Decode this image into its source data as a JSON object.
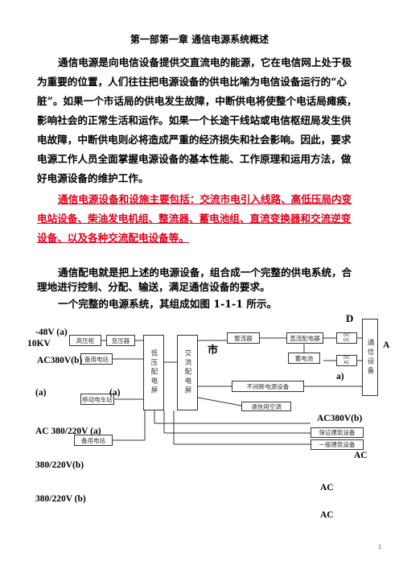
{
  "title": "第一部第一章  通信电源系统概述",
  "para1": [
    "通信电源是向电信设备提供交直流电的能源，它在电信网上处于极",
    "为重要的位置，人们往往把电源设备的供电比喻为电信设备运行的“心",
    "脏”。如果一个市话局的供电发生故障，中断供电将使整个电话局瘫痪，",
    "影响社会的正常生活和运作。如果一个长途干线站或电信枢纽局发生供",
    "电故障，中断供电则必将造成严重的经济损失和社会影响。因此，要求",
    "电源工作人员全面掌握电源设备的基本性能、工作原理和运用方法，做",
    "好电源设备的维护工作。"
  ],
  "para_red": [
    "通信电源设备和设施主要包括：交流市电引入线路、高低压局内变",
    "电站设备、柴油发电机组、整流器、蓄电池组、直流变换器和交流逆变",
    "设备、以及各种交流配电设备等。"
  ],
  "para3": [
    "通信配电就是把上述的电源设备，组合成一个完整的供电系统，合",
    "理地进行控制、分配、输送，满足通信设备的要求。"
  ],
  "para4": "一个完整的电源系统，其组成如图 1-1-1 所示。",
  "diagram": {
    "labels": {
      "d_top": "D",
      "neg48": "-48V  (a)",
      "kv10": "10KV",
      "shi": "市",
      "a_right": "A",
      "ac380b": "AC380V(b)",
      "a_left": "(a)",
      "a_mid": "(a)",
      "paren_a": "a)",
      "ac380b_right": "AC380V(b)",
      "ac380220": "AC 380/220V (a)",
      "ac_right1": "AC",
      "v380220b_1": "380/220V(b)",
      "ac_right2": "AC",
      "v380220b_2": "380/220V (b)",
      "ac_right3": "AC"
    },
    "boxes": {
      "gaoya": "高压柜",
      "bianyaqi": "变压器",
      "diya": "低压配电屏",
      "jiaoliu": "交流配电屏",
      "zhengliu": "整流器",
      "zhiliu": "直流配电器",
      "xudianchi": "蓄电池",
      "dc1_top": "DC",
      "dc1_bot": "DC",
      "dc2_top": "DC",
      "dc2_bot": "AC",
      "tongxin": "通信设备",
      "beiyong": "备用电站",
      "yidong": "移动电车站",
      "buduan": "不间断电源设备",
      "kongtiao": "通信用空调",
      "baozheng": "保证建筑设备",
      "yiban": "一般建筑设备",
      "beiyong2": "备用电站"
    }
  },
  "page_number": "1"
}
